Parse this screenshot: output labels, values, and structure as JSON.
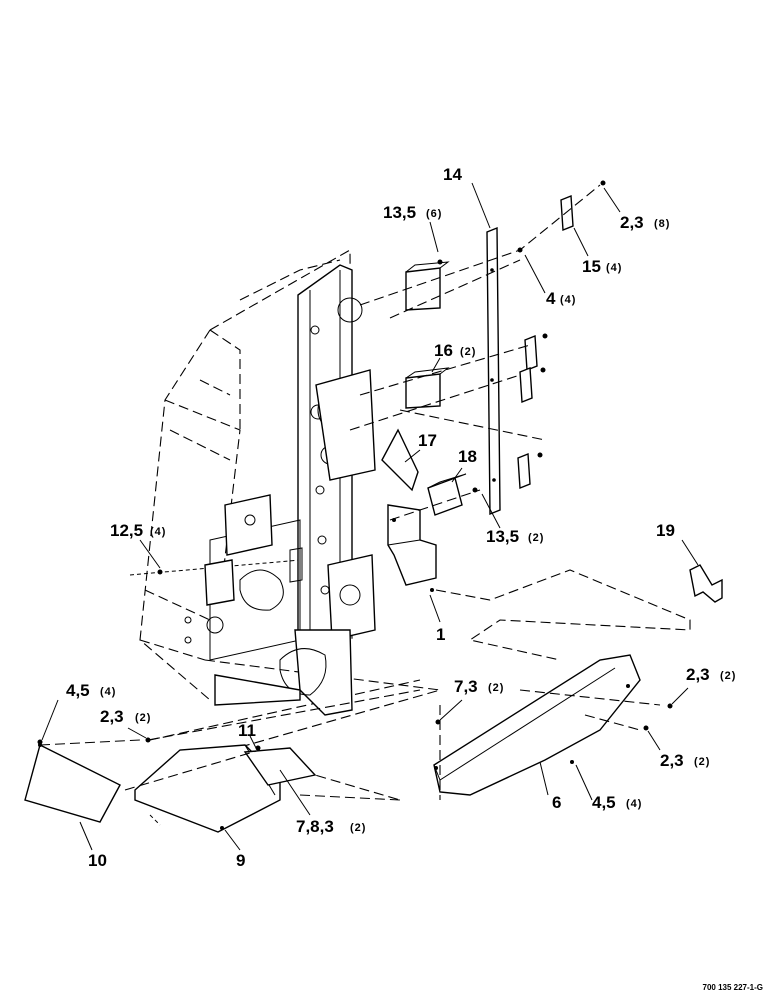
{
  "callouts": {
    "c14": {
      "num": "14",
      "qty": ""
    },
    "c13_5_6": {
      "num": "13,5",
      "qty": "(6)"
    },
    "c2_3_8": {
      "num": "2,3",
      "qty": "(8)"
    },
    "c15_4": {
      "num": "15",
      "qty": "(4)"
    },
    "c4_4": {
      "num": "4",
      "qty": "(4)"
    },
    "c16_2": {
      "num": "16",
      "qty": "(2)"
    },
    "c17": {
      "num": "17",
      "qty": ""
    },
    "c18": {
      "num": "18",
      "qty": ""
    },
    "c13_5_2": {
      "num": "13,5",
      "qty": "(2)"
    },
    "c12_5_4": {
      "num": "12,5",
      "qty": "(4)"
    },
    "c19": {
      "num": "19",
      "qty": ""
    },
    "c1": {
      "num": "1",
      "qty": ""
    },
    "c2_3_2_right": {
      "num": "2,3",
      "qty": "(2)"
    },
    "c7_3_2": {
      "num": "7,3",
      "qty": "(2)"
    },
    "c4_5_4_left": {
      "num": "4,5",
      "qty": "(4)"
    },
    "c2_3_2_left": {
      "num": "2,3",
      "qty": "(2)"
    },
    "c11": {
      "num": "11",
      "qty": ""
    },
    "c2_3_2_lower": {
      "num": "2,3",
      "qty": "(2)"
    },
    "c6": {
      "num": "6",
      "qty": ""
    },
    "c4_5_4_right": {
      "num": "4,5",
      "qty": "(4)"
    },
    "c7_8_3_2": {
      "num": "7,8,3",
      "qty": "(2)"
    },
    "c10": {
      "num": "10",
      "qty": ""
    },
    "c9": {
      "num": "9",
      "qty": ""
    }
  },
  "drawing_code": "700 135 227-1-G"
}
